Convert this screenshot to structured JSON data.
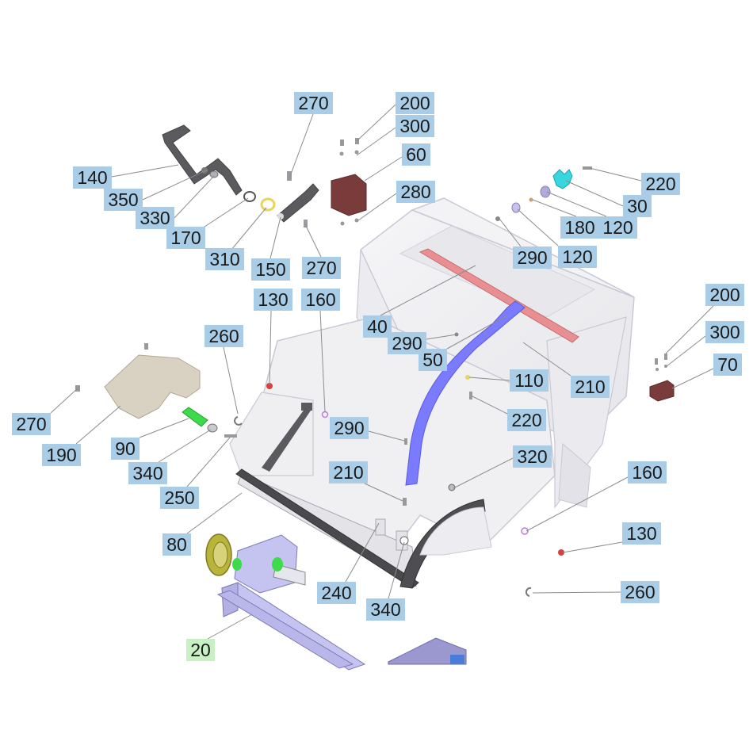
{
  "colors": {
    "callout_bg": "#a9cde6",
    "assembly_callout_bg": "#c9efc4",
    "leader": "#8c8c8c",
    "frame_fill": "#eeeeee",
    "frame_stroke": "#c9c9d6",
    "handle_dark": "#58585a",
    "bracket_red": "#7a3b3b",
    "belt_blue": "#7a7bff",
    "bar_red": "#e88f92",
    "spring_cyan": "#39d6e0",
    "roller_green": "#3ddb4c",
    "pulley_olive": "#b9b43a",
    "chute_beige": "#d9d2c3",
    "axle_purple": "#c5c3ef"
  },
  "callouts": [
    {
      "id": "c270a",
      "label": "270"
    },
    {
      "id": "c200a",
      "label": "200"
    },
    {
      "id": "c300a",
      "label": "300"
    },
    {
      "id": "c60",
      "label": "60"
    },
    {
      "id": "c140",
      "label": "140"
    },
    {
      "id": "c350",
      "label": "350"
    },
    {
      "id": "c330",
      "label": "330"
    },
    {
      "id": "c170",
      "label": "170"
    },
    {
      "id": "c310",
      "label": "310"
    },
    {
      "id": "c150",
      "label": "150"
    },
    {
      "id": "c270b",
      "label": "270"
    },
    {
      "id": "c280",
      "label": "280"
    },
    {
      "id": "c220a",
      "label": "220"
    },
    {
      "id": "c30",
      "label": "30"
    },
    {
      "id": "c180",
      "label": "180"
    },
    {
      "id": "c120a",
      "label": "120"
    },
    {
      "id": "c120b",
      "label": "120"
    },
    {
      "id": "c290a",
      "label": "290"
    },
    {
      "id": "c130a",
      "label": "130"
    },
    {
      "id": "c160a",
      "label": "160"
    },
    {
      "id": "c40",
      "label": "40"
    },
    {
      "id": "c290b",
      "label": "290"
    },
    {
      "id": "c50",
      "label": "50"
    },
    {
      "id": "c200b",
      "label": "200"
    },
    {
      "id": "c300b",
      "label": "300"
    },
    {
      "id": "c70",
      "label": "70"
    },
    {
      "id": "c210a",
      "label": "210"
    },
    {
      "id": "c110",
      "label": "110"
    },
    {
      "id": "c260a",
      "label": "260"
    },
    {
      "id": "c220b",
      "label": "220"
    },
    {
      "id": "c270c",
      "label": "270"
    },
    {
      "id": "c190",
      "label": "190"
    },
    {
      "id": "c90",
      "label": "90"
    },
    {
      "id": "c340a",
      "label": "340"
    },
    {
      "id": "c290c",
      "label": "290"
    },
    {
      "id": "c320",
      "label": "320"
    },
    {
      "id": "c250",
      "label": "250"
    },
    {
      "id": "c210b",
      "label": "210"
    },
    {
      "id": "c160b",
      "label": "160"
    },
    {
      "id": "c130b",
      "label": "130"
    },
    {
      "id": "c80",
      "label": "80"
    },
    {
      "id": "c240",
      "label": "240"
    },
    {
      "id": "c340b",
      "label": "340"
    },
    {
      "id": "c260b",
      "label": "260"
    },
    {
      "id": "c20",
      "label": "20",
      "assembly": true
    }
  ]
}
